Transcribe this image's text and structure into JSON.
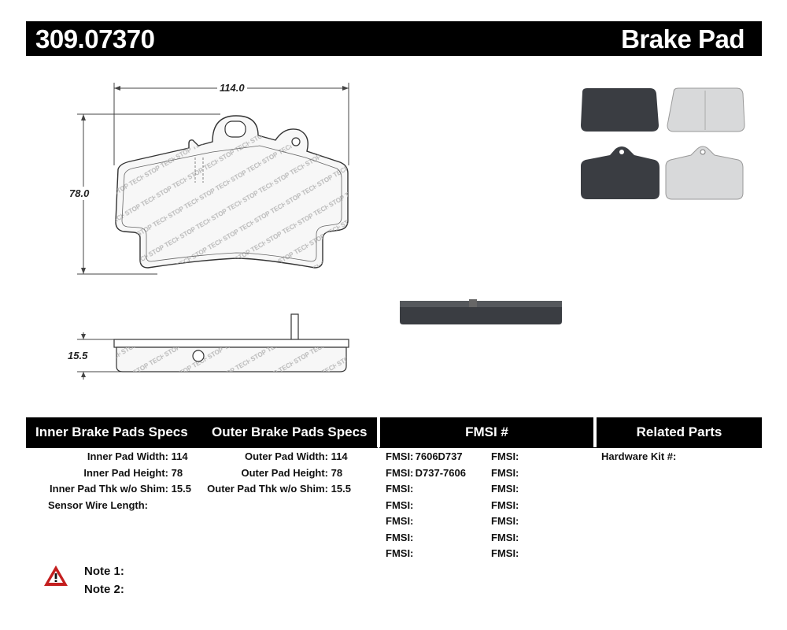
{
  "header": {
    "part_number": "309.07370",
    "category": "Brake Pad"
  },
  "drawing": {
    "width_dim": "114.0",
    "height_dim": "78.0",
    "thickness_dim": "15.5",
    "logo_text": "STOP TECH"
  },
  "specs": {
    "inner_title": "Inner Brake Pads Specs",
    "outer_title": "Outer Brake Pads Specs",
    "fmsi_title": "FMSI #",
    "related_title": "Related Parts",
    "inner_rows": [
      {
        "label": "Inner Pad Width:",
        "value": "114"
      },
      {
        "label": "Inner Pad Height:",
        "value": "78"
      },
      {
        "label": "Inner Pad Thk w/o Shim:",
        "value": "15.5"
      },
      {
        "label": "Sensor Wire Length:",
        "value": ""
      }
    ],
    "outer_rows": [
      {
        "label": "Outer Pad Width:",
        "value": "114"
      },
      {
        "label": "Outer Pad Height:",
        "value": "78"
      },
      {
        "label": "Outer Pad Thk w/o Shim:",
        "value": "15.5"
      }
    ],
    "fmsi_left": [
      {
        "label": "FMSI:",
        "value": "7606D737"
      },
      {
        "label": "FMSI:",
        "value": "D737-7606"
      },
      {
        "label": "FMSI:",
        "value": ""
      },
      {
        "label": "FMSI:",
        "value": ""
      },
      {
        "label": "FMSI:",
        "value": ""
      },
      {
        "label": "FMSI:",
        "value": ""
      },
      {
        "label": "FMSI:",
        "value": ""
      }
    ],
    "fmsi_right": [
      {
        "label": "FMSI:",
        "value": ""
      },
      {
        "label": "FMSI:",
        "value": ""
      },
      {
        "label": "FMSI:",
        "value": ""
      },
      {
        "label": "FMSI:",
        "value": ""
      },
      {
        "label": "FMSI:",
        "value": ""
      },
      {
        "label": "FMSI:",
        "value": ""
      },
      {
        "label": "FMSI:",
        "value": ""
      }
    ],
    "related": [
      {
        "label": "Hardware Kit #:",
        "value": ""
      }
    ]
  },
  "notes": {
    "note1": "Note 1:",
    "note2": "Note 2:",
    "icon": "warning-triangle-icon"
  },
  "colors": {
    "bar": "#000000",
    "pad_dark": "#3a3d42",
    "pad_light": "#d8d9da",
    "drawing_line": "#444444"
  }
}
